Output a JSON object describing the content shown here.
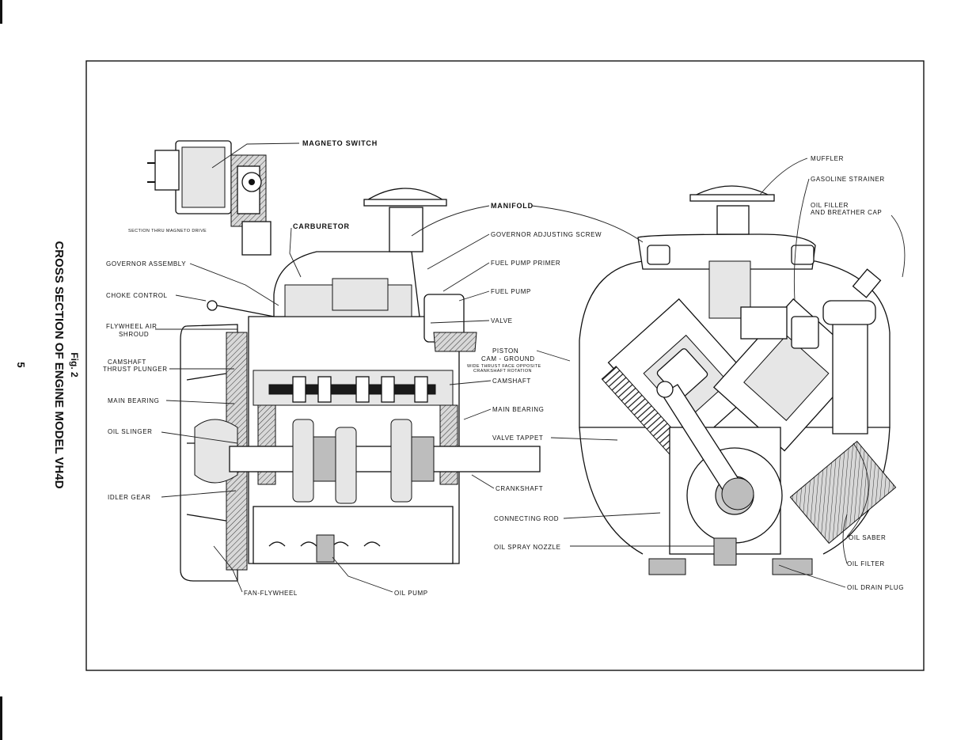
{
  "page": {
    "number": "5",
    "fig_label": "Fig. 2",
    "fig_title": "CROSS SECTION OF ENGINE MODEL VH4D"
  },
  "labels": {
    "magneto_switch": "MAGNETO SWITCH",
    "section_thru_magneto_drive": "SECTION THRU MAGNETO DRIVE",
    "carburetor": "CARBURETOR",
    "governor_assembly": "GOVERNOR ASSEMBLY",
    "choke_control": "CHOKE CONTROL",
    "flywheel_air_1": "FLYWHEEL AIR",
    "flywheel_air_2": "SHROUD",
    "camshaft_thrust_1": "CAMSHAFT",
    "camshaft_thrust_2": "THRUST PLUNGER",
    "main_bearing_left": "MAIN BEARING",
    "oil_slinger": "OIL SLINGER",
    "idler_gear": "IDLER GEAR",
    "fan_flywheel": "FAN-FLYWHEEL",
    "oil_pump": "OIL PUMP",
    "manifold": "MANIFOLD",
    "governor_adjusting_screw": "GOVERNOR ADJUSTING SCREW",
    "fuel_pump_primer": "FUEL PUMP PRIMER",
    "fuel_pump": "FUEL PUMP",
    "valve": "VALVE",
    "piston": "PISTON",
    "cam_ground": "CAM - GROUND",
    "wide_thrust_1": "WIDE THRUST FACE OPPOSITE",
    "wide_thrust_2": "CRANKSHAFT ROTATION",
    "camshaft": "CAMSHAFT",
    "main_bearing_right": "MAIN BEARING",
    "valve_tappet": "VALVE TAPPET",
    "crankshaft": "CRANKSHAFT",
    "connecting_rod": "CONNECTING ROD",
    "oil_spray_nozzle": "OIL SPRAY NOZZLE",
    "muffler": "MUFFLER",
    "gasoline_strainer": "GASOLINE STRAINER",
    "oil_filler_1": "OIL FILLER",
    "oil_filler_2": "AND BREATHER CAP",
    "oil_saber": "OIL SABER",
    "oil_filter": "OIL FILTER",
    "oil_drain_plug": "OIL DRAIN PLUG"
  }
}
